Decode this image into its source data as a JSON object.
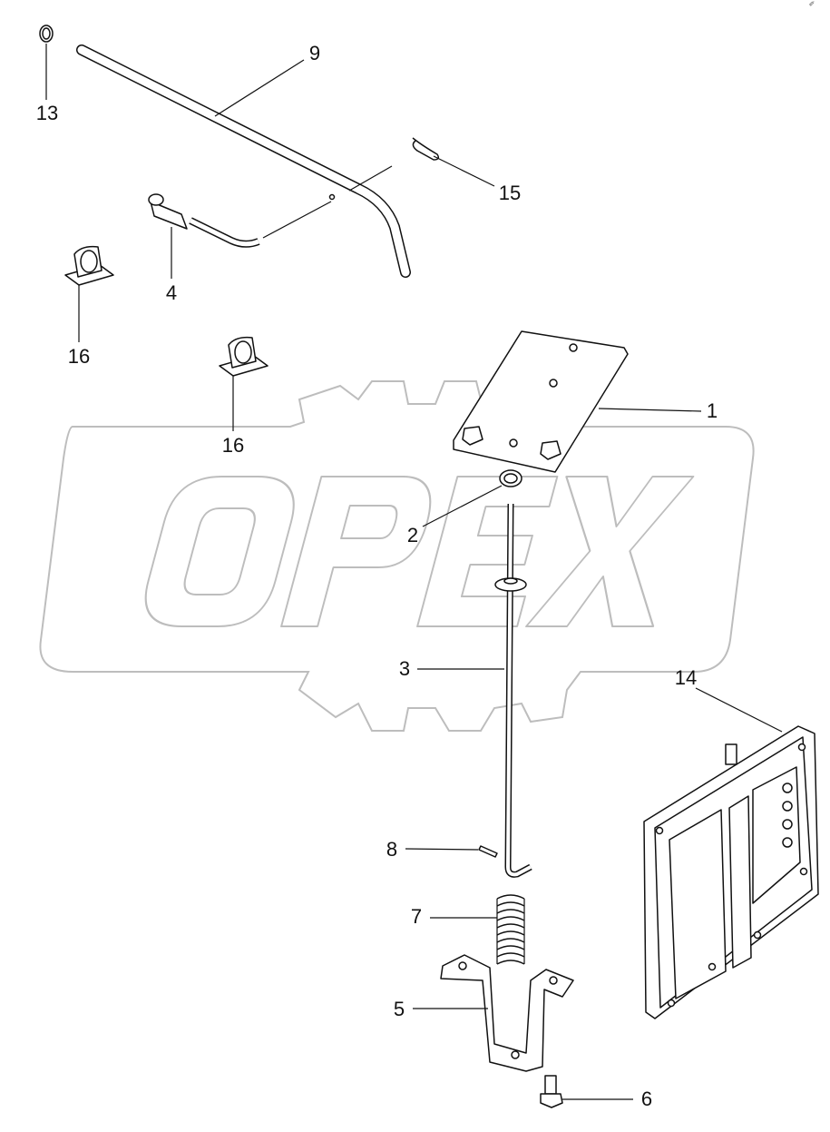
{
  "diagram": {
    "watermark": "OPEX",
    "corner_mark": "✐",
    "labels": [
      {
        "id": "13",
        "text": "13"
      },
      {
        "id": "9",
        "text": "9"
      },
      {
        "id": "15",
        "text": "15"
      },
      {
        "id": "4",
        "text": "4"
      },
      {
        "id": "16a",
        "text": "16"
      },
      {
        "id": "16b",
        "text": "16"
      },
      {
        "id": "1",
        "text": "1"
      },
      {
        "id": "2",
        "text": "2"
      },
      {
        "id": "3",
        "text": "3"
      },
      {
        "id": "14",
        "text": "14"
      },
      {
        "id": "8",
        "text": "8"
      },
      {
        "id": "7",
        "text": "7"
      },
      {
        "id": "5",
        "text": "5"
      },
      {
        "id": "6",
        "text": "6"
      }
    ],
    "colors": {
      "line": "#111111",
      "watermark": "#bdbdbd"
    }
  }
}
